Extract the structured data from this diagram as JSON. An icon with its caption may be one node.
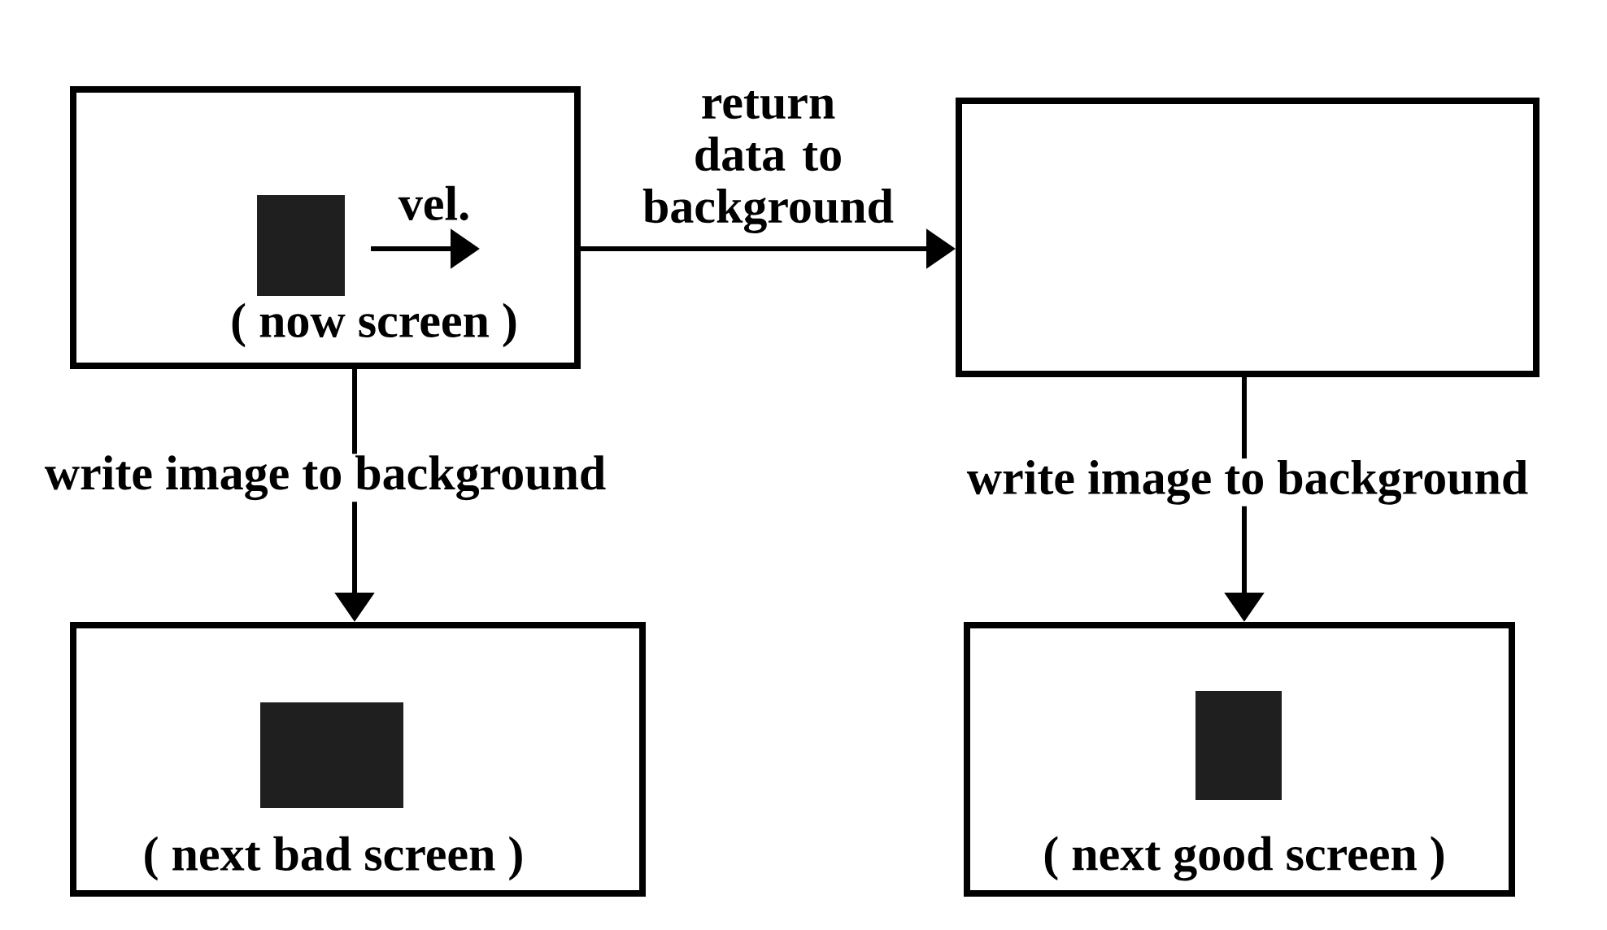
{
  "diagram": {
    "nodes": [
      {
        "text": [
          "( now screen )"
        ]
      },
      {
        "text": [],
        "shape": "box"
      },
      {
        "text": [
          "( next bad screen )"
        ]
      },
      {
        "text": [
          "( next good screen )"
        ]
      }
    ],
    "edges": [
      {
        "from": 0,
        "to": 1,
        "arrow": "to",
        "label": "return data to background"
      },
      {
        "from": 0,
        "to": 2,
        "arrow": "to",
        "label": "write image to background"
      },
      {
        "from": 1,
        "to": 3,
        "arrow": "to",
        "label": "write image to background"
      }
    ],
    "labels": [
      "vel."
    ]
  }
}
